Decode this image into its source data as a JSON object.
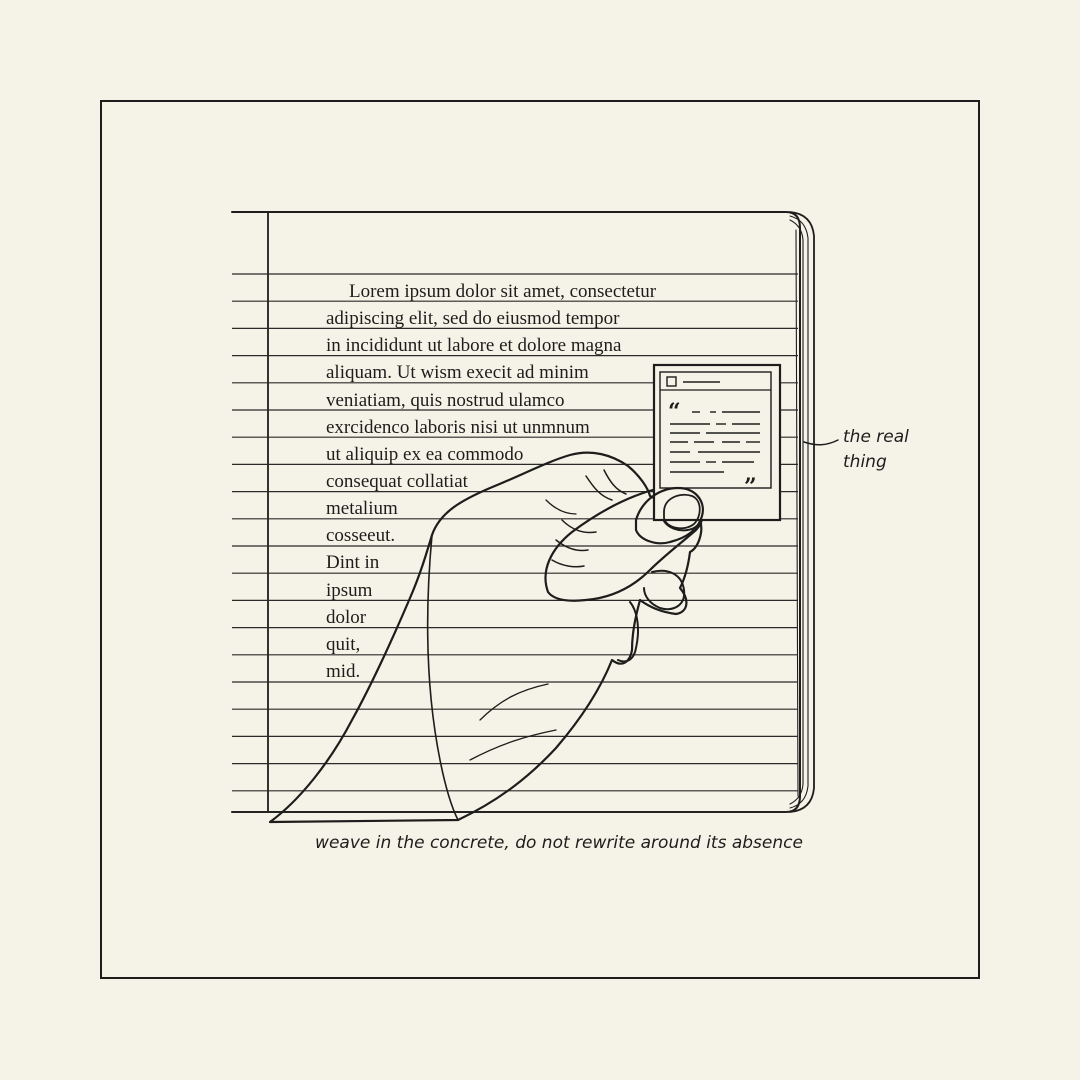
{
  "notebook": {
    "paragraph_lines": [
      "Lorem ipsum dolor sit amet, consectetur",
      "adipiscing elit, sed do eiusmod tempor",
      "in incididunt ut labore et dolore magna",
      "aliquam. Ut wism execit ad minim",
      "veniatiam, quis nostrud ulamco",
      "exrcidenco laboris nisi ut unmnum",
      "ut aliquip ex ea commodo",
      "consequat collatiat",
      "metalium",
      "cosseeut.",
      "Dint in",
      "ipsum",
      "dolor",
      "quit,",
      "mid."
    ]
  },
  "quote_card": {
    "open_quote": "“",
    "close_quote": "”"
  },
  "annotation": {
    "line1": "the real",
    "line2": "thing"
  },
  "caption": "weave in the concrete, do not rewrite around its absence",
  "colors": {
    "paper": "#f5f2e7",
    "ink": "#1d1d1b"
  }
}
